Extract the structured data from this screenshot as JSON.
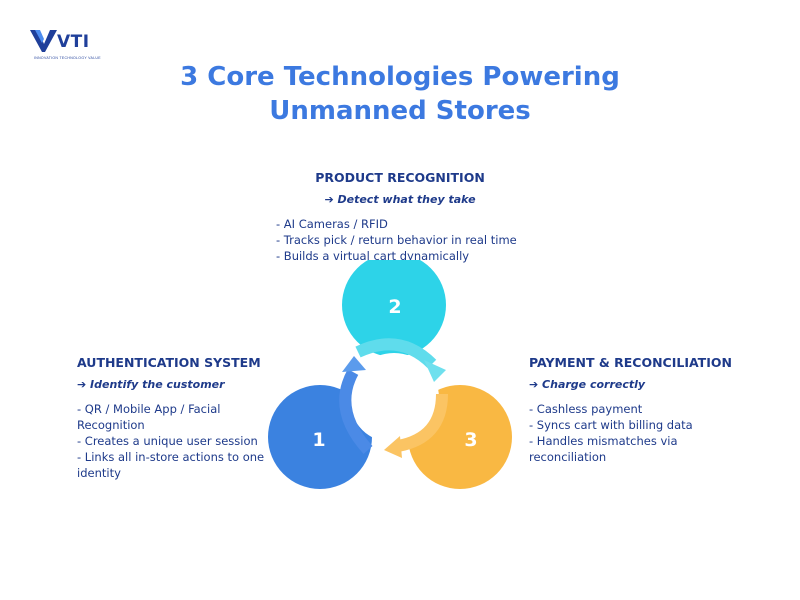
{
  "logo": {
    "text": "VTI",
    "tagline": "INNOVATION TECHNOLOGY VALUE",
    "icon": "vti-logo-mark-icon"
  },
  "title": {
    "line1": "3 Core Technologies Powering",
    "line2": "Unmanned Stores"
  },
  "colors": {
    "title": "#3c79e0",
    "text": "#1e3a8a",
    "circle1": "#3b82e0",
    "circle2": "#2dd3e8",
    "circle3": "#f9b843"
  },
  "circles": [
    {
      "number": "1"
    },
    {
      "number": "2"
    },
    {
      "number": "3"
    }
  ],
  "product_recognition": {
    "heading": "PRODUCT RECOGNITION",
    "subtitle": "➔ Detect what they take",
    "items": [
      "- AI Cameras / RFID",
      "- Tracks pick / return behavior in real time",
      "- Builds a virtual cart dynamically"
    ]
  },
  "authentication": {
    "heading": "AUTHENTICATION SYSTEM",
    "subtitle": "➔ Identify the customer",
    "items": [
      "- QR / Mobile App / Facial Recognition",
      "- Creates a unique user session",
      "- Links all in-store actions to one identity"
    ]
  },
  "payment": {
    "heading": "PAYMENT & RECONCILIATION",
    "subtitle": "➔ Charge correctly",
    "items": [
      "- Cashless payment",
      "- Syncs cart with billing data",
      "- Handles mismatches via reconciliation"
    ]
  }
}
